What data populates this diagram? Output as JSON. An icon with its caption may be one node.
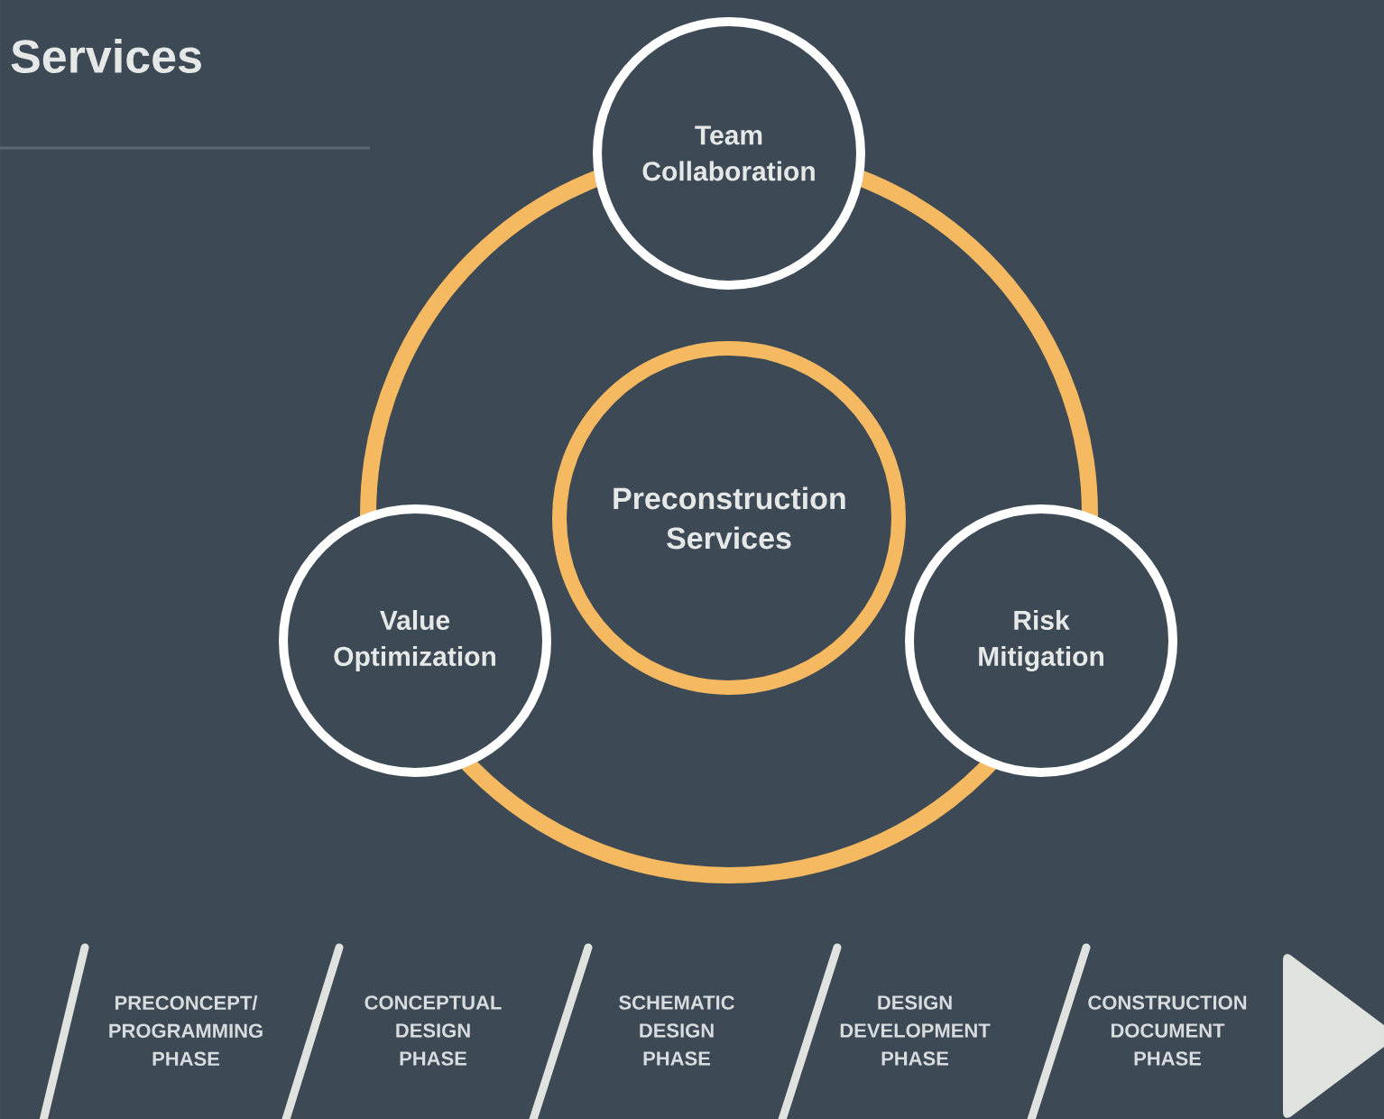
{
  "diagram": {
    "title": "Services",
    "nodes": [
      {
        "text": [
          "Preconstruction Services"
        ]
      },
      {
        "text": [
          "Team Collaboration"
        ]
      },
      {
        "text": [
          "Value Optimization"
        ]
      },
      {
        "text": [
          "Risk Mitigation"
        ]
      }
    ],
    "labels": [
      "PRECONCEPT/ PROGRAMMING PHASE",
      "CONCEPTUAL DESIGN PHASE",
      "SCHEMATIC DESIGN PHASE",
      "DESIGN DEVELOPMENT PHASE",
      "CONSTRUCTION DOCUMENT PHASE"
    ]
  }
}
